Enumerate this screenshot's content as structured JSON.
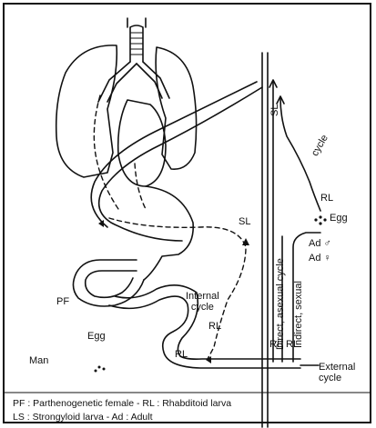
{
  "labels": {
    "pf": "PF",
    "egg_left": "Egg",
    "man": "Man",
    "sl_mid": "SL",
    "internal_cycle": "Internal\ncycle",
    "rl_lower_mid": "RL",
    "rl_left_bottom": "RL",
    "rl_pair_1": "RL",
    "rl_pair_2": "RL",
    "external_cycle": "External\ncycle",
    "direct_asexual_cycle": "Direct, asexual cycle",
    "indirect_sexual": "Indirect, sexual",
    "cycle_right": "cycle",
    "rl_right": "RL",
    "egg_right": "Egg",
    "ad_male": "Ad ♂",
    "ad_female": "Ad ♀",
    "sl_vertical": "SL"
  },
  "legend": {
    "line1": "PF : Parthenogenetic female - RL : Rhabditoid larva",
    "line2": "LS : Strongyloid larva - Ad : Adult"
  }
}
